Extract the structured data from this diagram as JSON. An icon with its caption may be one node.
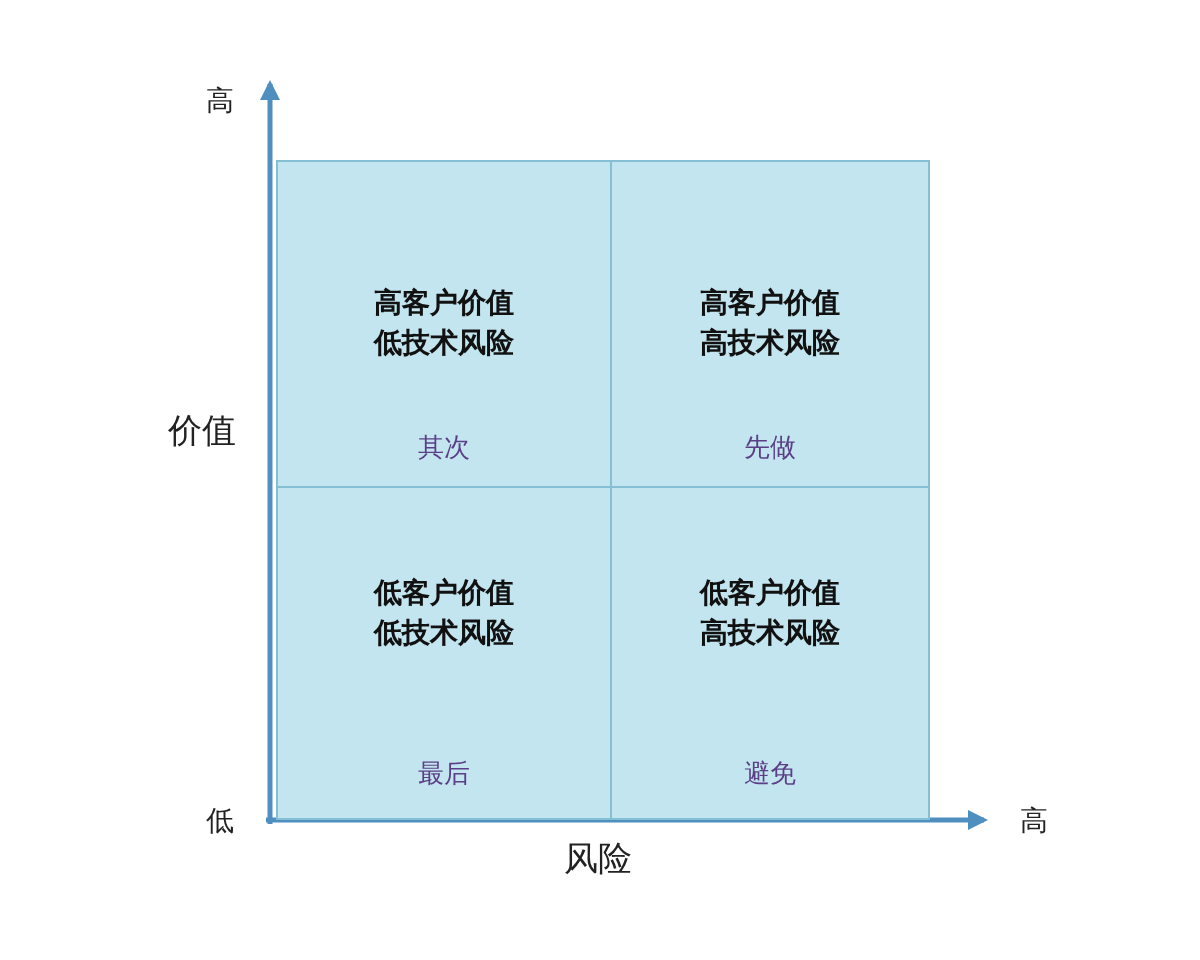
{
  "diagram": {
    "nodes": [
      {
        "text": [
          "高客户价值",
          "低技术风险",
          "其次"
        ]
      },
      {
        "text": [
          "高客户价值",
          "高技术风险",
          "先做"
        ]
      },
      {
        "text": [
          "低客户价值",
          "低技术风险",
          "最后"
        ]
      },
      {
        "text": [
          "低客户价值",
          "高技术风险",
          "避免"
        ]
      }
    ],
    "labels": [
      "高",
      "价值",
      "低",
      "风险",
      "高"
    ]
  }
}
